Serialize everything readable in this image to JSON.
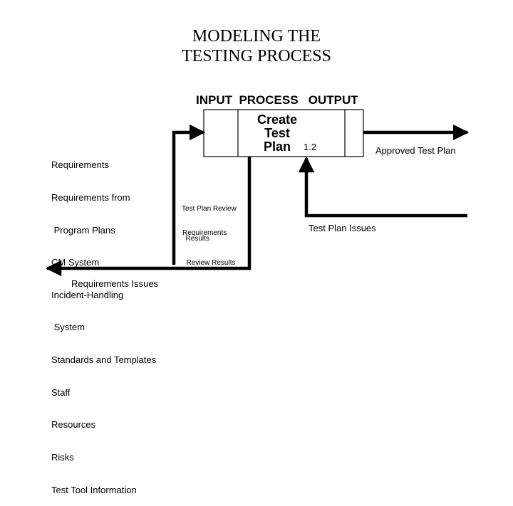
{
  "title": {
    "line1": "MODELING  THE",
    "line2": "TESTING  PROCESS"
  },
  "columns": {
    "header": "INPUT  PROCESS   OUTPUT"
  },
  "process": {
    "name_line1": "Create",
    "name_line2": "Test",
    "name_line3": "Plan",
    "id": "1.2"
  },
  "inputs": [
    "Requirements",
    "Requirements from",
    " Program Plans",
    "CM System",
    "Incident-Handling",
    " System",
    "Standards and Templates",
    "Staff",
    "Resources",
    "Risks",
    "Test Tool Information"
  ],
  "feedback_inputs": {
    "line1": "Test Plan Review",
    "line2": "  Results",
    "line3": "Requirements",
    "line4": "  Review Results"
  },
  "outputs": {
    "approved": "Approved Test Plan",
    "issues": "Test Plan Issues",
    "requirements_issues": "Requirements Issues"
  },
  "colors": {
    "ink": "#000000",
    "background": "#ffffff"
  }
}
